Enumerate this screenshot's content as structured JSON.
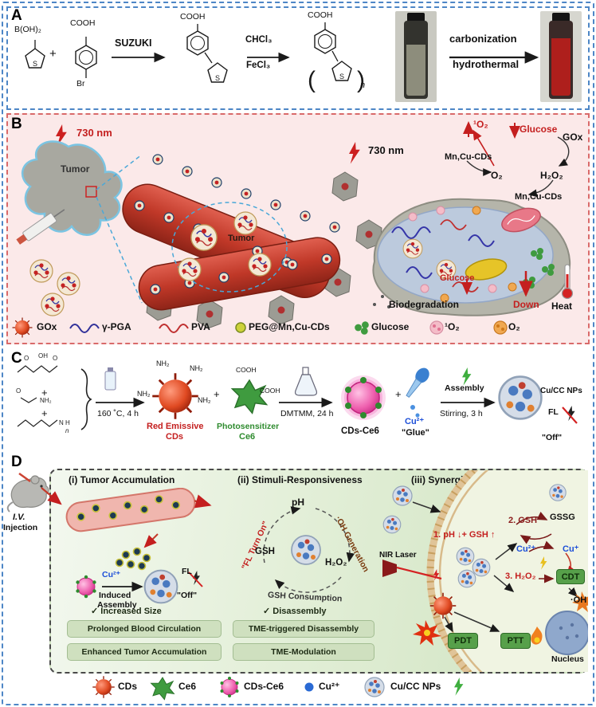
{
  "panelA": {
    "label": "A",
    "boh2": "B(OH)₂",
    "plus": "+",
    "cooh1": "COOH",
    "br": "Br",
    "suzuki": "SUZUKI",
    "cooh2": "COOH",
    "chcl3": "CHCl₃",
    "fecl3": "FeCl₃",
    "cooh3": "COOH",
    "bracket_l": "(",
    "bracket_r": ")",
    "n": "n",
    "s1": "S",
    "s2": "S",
    "s3": "S",
    "carbonization": "carbonization",
    "hydrothermal": "hydrothermal"
  },
  "panelB": {
    "label": "B",
    "nm_left": "730 nm",
    "nm_right": "730 nm",
    "tumor_left": "Tumor",
    "tumor_mid": "Tumor",
    "singlet_o2": "¹O₂",
    "glucose_top": "Glucose",
    "gox_top": "GOx",
    "mncu_left": "Mn,Cu-CDs",
    "o2": "O₂",
    "h2o2": "H₂O₂",
    "mncu_right": "Mn,Cu-CDs",
    "glucose_cell": "Glucose",
    "biodegradation": "Biodegradation",
    "down": "Down",
    "heat": "Heat",
    "legend": [
      {
        "name": "GOx"
      },
      {
        "name": "γ-PGA"
      },
      {
        "name": "PVA"
      },
      {
        "name": "PEG@Mn,Cu-CDs"
      },
      {
        "name": "Glucose"
      },
      {
        "name": "¹O₂"
      },
      {
        "name": "O₂"
      }
    ]
  },
  "panelC": {
    "label": "C",
    "mol_o1": "O",
    "mol_oh": "OH",
    "mol_o2": "O",
    "form_o": "O",
    "form_nh2": "NH₂",
    "amine_nh": "N H",
    "poly_n": "n",
    "plus1": "+",
    "plus2": "+",
    "cond1": "160 ˚C, 4 h",
    "nh2_1": "NH₂",
    "nh2_2": "NH₂",
    "nh2_3": "NH₂",
    "nh2_4": "NH₂",
    "red_emissive": "Red Emissive",
    "cds": "CDs",
    "plus3": "+",
    "cooh_a": "COOH",
    "cooh_b": "COOH",
    "photosensitizer": "Photosensitizer",
    "ce6": "Ce6",
    "dmtmm": "DMTMM, 24 h",
    "cds_ce6": "CDs-Ce6",
    "plus4": "+",
    "cu2": "Cu²⁺",
    "glue": "\"Glue\"",
    "assembly": "Assembly",
    "stirring": "Stirring, 3 h",
    "cucc": "Cu/CC NPs",
    "fl": "FL",
    "off": "\"Off\""
  },
  "panelD": {
    "label": "D",
    "iv": "I.V.",
    "injection": "Injection",
    "s1_title": "(i) Tumor Accumulation",
    "s2_title": "(ii) Stimuli-Responsiveness",
    "s3_title": "(iii) Synergistic Therapy",
    "cu_induced": "Cu²⁺",
    "induced": "Induced",
    "assembly": "Assembly",
    "fl1": "FL",
    "off1": "\"Off\"",
    "increased": "✓ Increased Size",
    "box1": "Prolonged Blood Circulation",
    "box2": "Enhanced Tumor Accumulation",
    "fl_on": "\"FL Turn On\"",
    "ph": "pH",
    "oh_gen": "·OH Generation",
    "gsh": "GSH",
    "h2o2": "H₂O₂",
    "gsh_cons": "GSH Consumption",
    "disassembly": "✓ Disassembly",
    "box3": "TME-triggered Disassembly",
    "box4": "TME-Modulation",
    "nir": "NIR Laser",
    "step1": "1. pH ↓+ GSH ↑",
    "step2": "2. GSH",
    "gssg": "GSSG",
    "cu2": "Cu²⁺",
    "cu1": "Cu⁺",
    "step3": "3. H₂O₂",
    "cdt": "CDT",
    "oh": "·OH",
    "pdt": "PDT",
    "ptt": "PTT",
    "nucleus": "Nucleus",
    "legend": [
      {
        "name": "CDs"
      },
      {
        "name": "Ce6"
      },
      {
        "name": "CDs-Ce6"
      },
      {
        "name": "Cu²⁺"
      },
      {
        "name": "Cu/CC NPs"
      }
    ]
  }
}
